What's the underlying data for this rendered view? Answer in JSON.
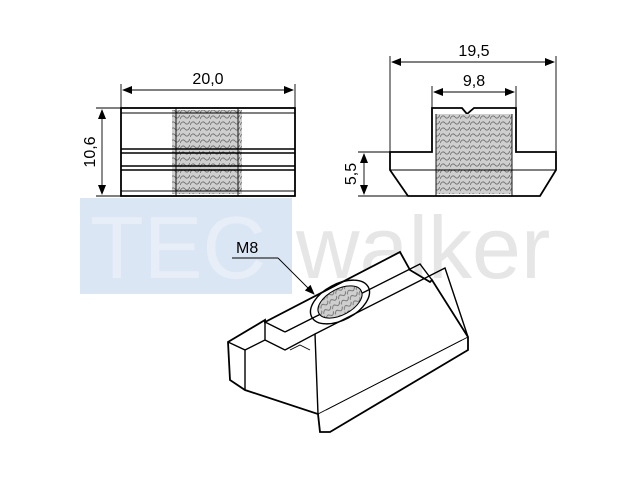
{
  "watermark": {
    "brand_left": "TEC",
    "brand_right": "walker",
    "colors": {
      "box": "#dbe6f5",
      "tec_text": "#e8eef8",
      "walker_text": "#e6e6e6"
    }
  },
  "dimensions": {
    "front_width": "20,0",
    "front_height": "10,6",
    "side_width": "19,5",
    "side_inner_width": "9,8",
    "side_height": "5,5"
  },
  "callout": {
    "thread": "M8"
  },
  "colors": {
    "line": "#000000",
    "thread_fill": "#9a9a9a"
  }
}
